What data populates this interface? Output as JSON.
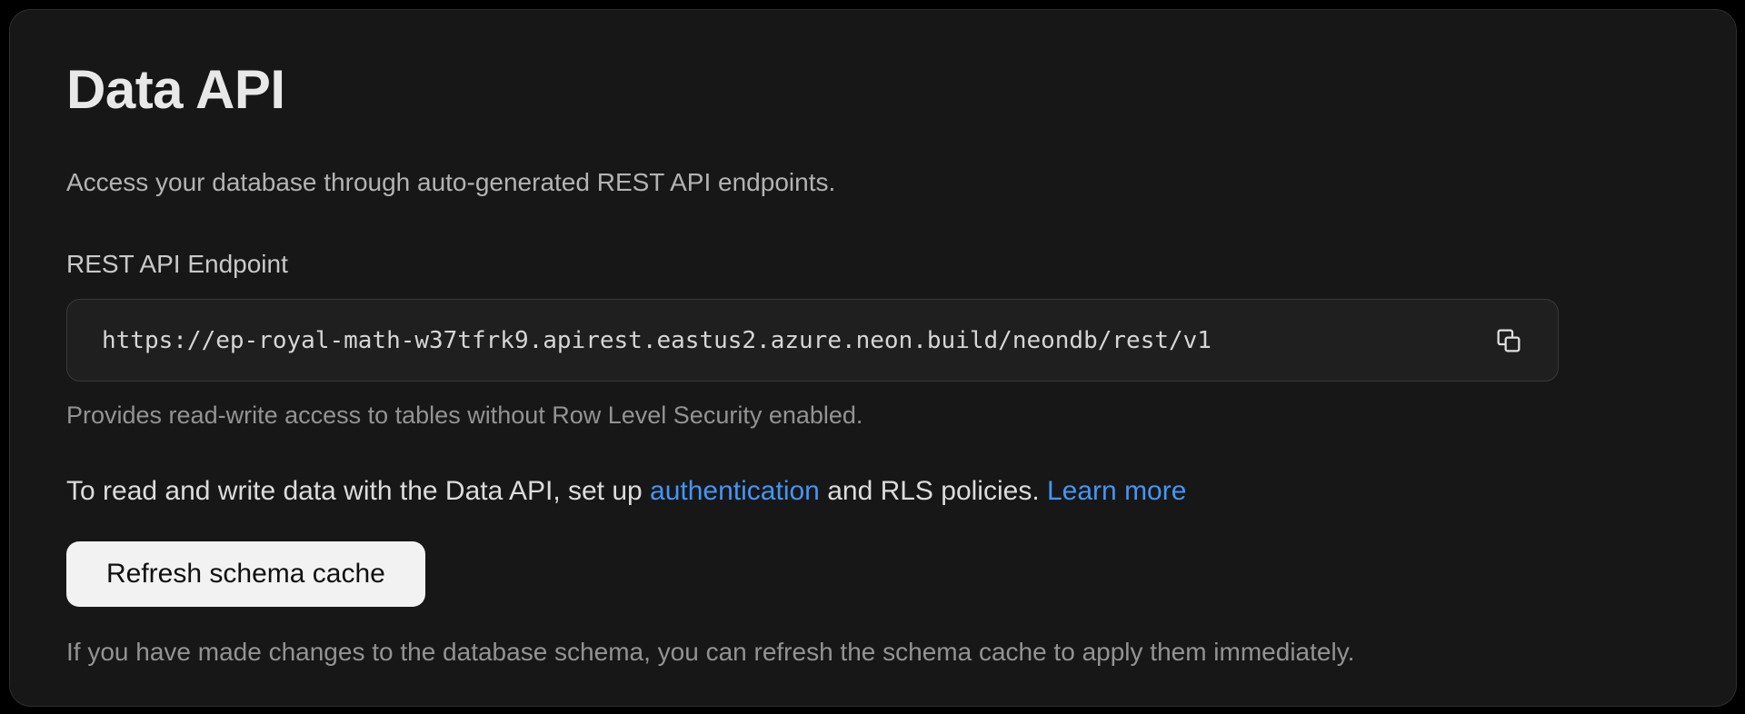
{
  "panel": {
    "title": "Data API",
    "description": "Access your database through auto-generated REST API endpoints."
  },
  "endpoint": {
    "label": "REST API Endpoint",
    "url": "https://ep-royal-math-w37tfrk9.apirest.eastus2.azure.neon.build/neondb/rest/v1",
    "copy_icon": "copy-icon",
    "helper": "Provides read-write access to tables without Row Level Security enabled."
  },
  "auth_note": {
    "text_before": "To read and write data with the Data API, set up ",
    "auth_link_label": "authentication",
    "text_middle": " and RLS policies. ",
    "learn_more_label": "Learn more"
  },
  "schema_cache": {
    "button_label": "Refresh schema cache",
    "helper": "If you have made changes to the database schema, you can refresh the schema cache to apply them immediately."
  },
  "colors": {
    "page_bg": "#000000",
    "card_bg": "#171717",
    "card_border": "#2e2e2e",
    "field_bg": "#1f1f1f",
    "field_border": "#3a3a3a",
    "link": "#4495f6",
    "button_bg": "#f2f2f2",
    "button_text": "#101010"
  }
}
